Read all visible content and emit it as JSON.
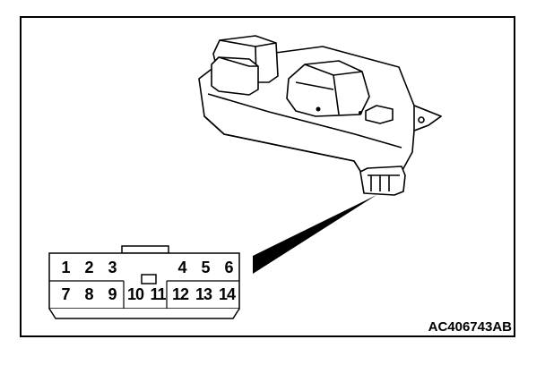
{
  "diagram": {
    "connector_pins": {
      "top_row": [
        "1",
        "2",
        "3",
        "4",
        "5",
        "6"
      ],
      "bottom_row": [
        "7",
        "8",
        "9",
        "10",
        "11",
        "12",
        "13",
        "14"
      ]
    },
    "figure_code": "AC406743AB"
  }
}
